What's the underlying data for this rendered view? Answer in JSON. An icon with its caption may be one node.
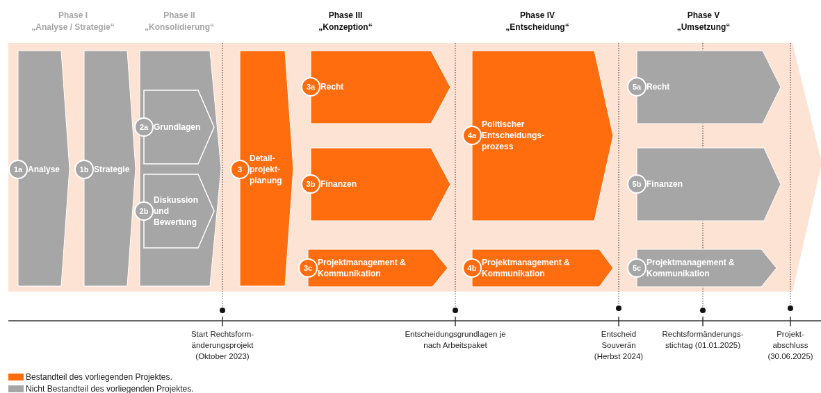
{
  "diagram": {
    "nodes": [
      {
        "text": [
          "1a",
          "Analyse"
        ]
      },
      {
        "text": [
          "1b",
          "Strategie"
        ]
      },
      {
        "text": [],
        "shape": "chevron"
      },
      {
        "text": [
          "2a",
          "Grundlagen"
        ],
        "in": 2
      },
      {
        "text": [
          "2b",
          "Diskussion und Bewertung"
        ],
        "in": 2
      },
      {
        "text": [
          "3",
          "Detail- projekt- planung"
        ]
      },
      {
        "text": [
          "3a",
          "Recht"
        ]
      },
      {
        "text": [
          "3b",
          "Finanzen"
        ]
      },
      {
        "text": [
          "3c",
          "Projektmanagement & Kommunikation"
        ]
      },
      {
        "text": [
          "4a",
          "Politischer Entscheidungs- prozess"
        ]
      },
      {
        "text": [
          "4b",
          "Projektmanagement & Kommunikation"
        ]
      },
      {
        "text": [
          "5a",
          "Recht"
        ]
      },
      {
        "text": [
          "5b",
          "Finanzen"
        ]
      },
      {
        "text": [
          "5c",
          "Projektmanagement & Kommunikation"
        ]
      }
    ],
    "labels": [
      "Phase I „Analyse / Strategie“",
      "Phase II „Konsolidierung“",
      "Phase III „Konzeption“",
      "Phase IV „Entscheidung“",
      "Phase V „Umsetzung“",
      "Start Rechtsform- änderungsprojekt (Oktober 2023)",
      "Entscheidungsgrundlagen je nach Arbeitspaket",
      "Entscheid Souverän (Herbst 2024)",
      "Rechtsformänderungs- stichtag (01.01.2025)",
      "Projekt- abschluss (30.06.2025)"
    ],
    "legend": [
      {
        "text": "Bestandteil des vorliegenden Projektes.",
        "color": "#ff6d0f"
      },
      {
        "text": "Nicht Bestandteil des vorliegenden Projektes.",
        "color": "#a6a6a6"
      }
    ]
  }
}
